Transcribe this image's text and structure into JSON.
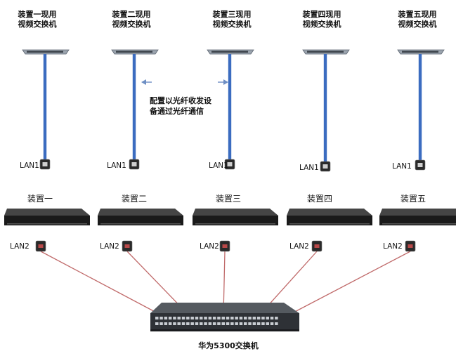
{
  "diagram": {
    "columns": [
      {
        "id": "1",
        "top_switch_label": [
          "装置一现用",
          "视频交换机"
        ],
        "device_label": "装置一",
        "lan1": "LAN1",
        "lan2": "LAN2"
      },
      {
        "id": "2",
        "top_switch_label": [
          "装置二现用",
          "视频交换机"
        ],
        "device_label": "装置二",
        "lan1": "LAN1",
        "lan2": "LAN2"
      },
      {
        "id": "3",
        "top_switch_label": [
          "装置三现用",
          "视频交换机"
        ],
        "device_label": "装置三",
        "lan1": "LAN1",
        "lan2": "LAN2"
      },
      {
        "id": "4",
        "top_switch_label": [
          "装置四现用",
          "视频交换机"
        ],
        "device_label": "装置四",
        "lan1": "LAN1",
        "lan2": "LAN2"
      },
      {
        "id": "5",
        "top_switch_label": [
          "装置五现用",
          "视频交换机"
        ],
        "device_label": "装置五",
        "lan1": "LAN1",
        "lan2": "LAN2"
      }
    ],
    "note": [
      "配置以光纤收发设",
      "备通过光纤通信"
    ],
    "core_switch_label": "华为5300交换机",
    "colors": {
      "fiber": "#3b6cc0",
      "ethernet": "#c06a6a",
      "device_body": "#1a1a1a",
      "arrow": "#6e8fc4"
    }
  }
}
